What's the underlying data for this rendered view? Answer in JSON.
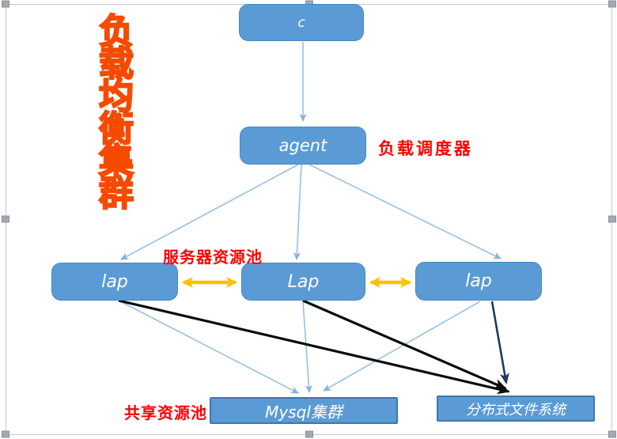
{
  "canvas_title": {
    "text": "负载均衡集群"
  },
  "nodes": {
    "c": {
      "label": "c"
    },
    "agent": {
      "label": "agent"
    },
    "lap_left": {
      "label": "lap"
    },
    "lap_mid": {
      "label": "Lap"
    },
    "lap_right": {
      "label": "lap"
    },
    "mysql": {
      "label": "Mysql集群"
    },
    "dfs": {
      "label": "分布式文件系统"
    }
  },
  "annotations": {
    "scheduler": {
      "text": "负载调度器"
    },
    "server_pool": {
      "text": "服务器资源池"
    },
    "shared_pool": {
      "text": "共享资源池"
    }
  },
  "edges": [
    {
      "from": "c",
      "to": "agent",
      "style": "blue-arrow"
    },
    {
      "from": "agent",
      "to": "lap_left",
      "style": "blue-arrow"
    },
    {
      "from": "agent",
      "to": "lap_mid",
      "style": "blue-arrow"
    },
    {
      "from": "agent",
      "to": "lap_right",
      "style": "blue-arrow"
    },
    {
      "from": "lap_left",
      "to": "lap_mid",
      "style": "yellow-double-arrow"
    },
    {
      "from": "lap_mid",
      "to": "lap_right",
      "style": "yellow-double-arrow"
    },
    {
      "from": "lap_left",
      "to": "mysql",
      "style": "blue-arrow"
    },
    {
      "from": "lap_mid",
      "to": "mysql",
      "style": "blue-arrow"
    },
    {
      "from": "lap_right",
      "to": "mysql",
      "style": "blue-arrow"
    },
    {
      "from": "lap_left",
      "to": "dfs",
      "style": "black-arrow"
    },
    {
      "from": "lap_mid",
      "to": "dfs",
      "style": "black-arrow"
    },
    {
      "from": "lap_right",
      "to": "dfs",
      "style": "navy-arrow"
    }
  ],
  "colors": {
    "node_fill": "#5b9bd5",
    "node_border": "#4a86c0",
    "arrow_blue": "#9cc2e5",
    "arrow_black": "#0a0a0a",
    "arrow_navy": "#1f3864",
    "arrow_yellow": "#ffc000",
    "label_red": "#fe0000",
    "title_fill": "#ffa043",
    "title_stroke": "#f54a00",
    "handle_gray": "#a3a9b3"
  }
}
